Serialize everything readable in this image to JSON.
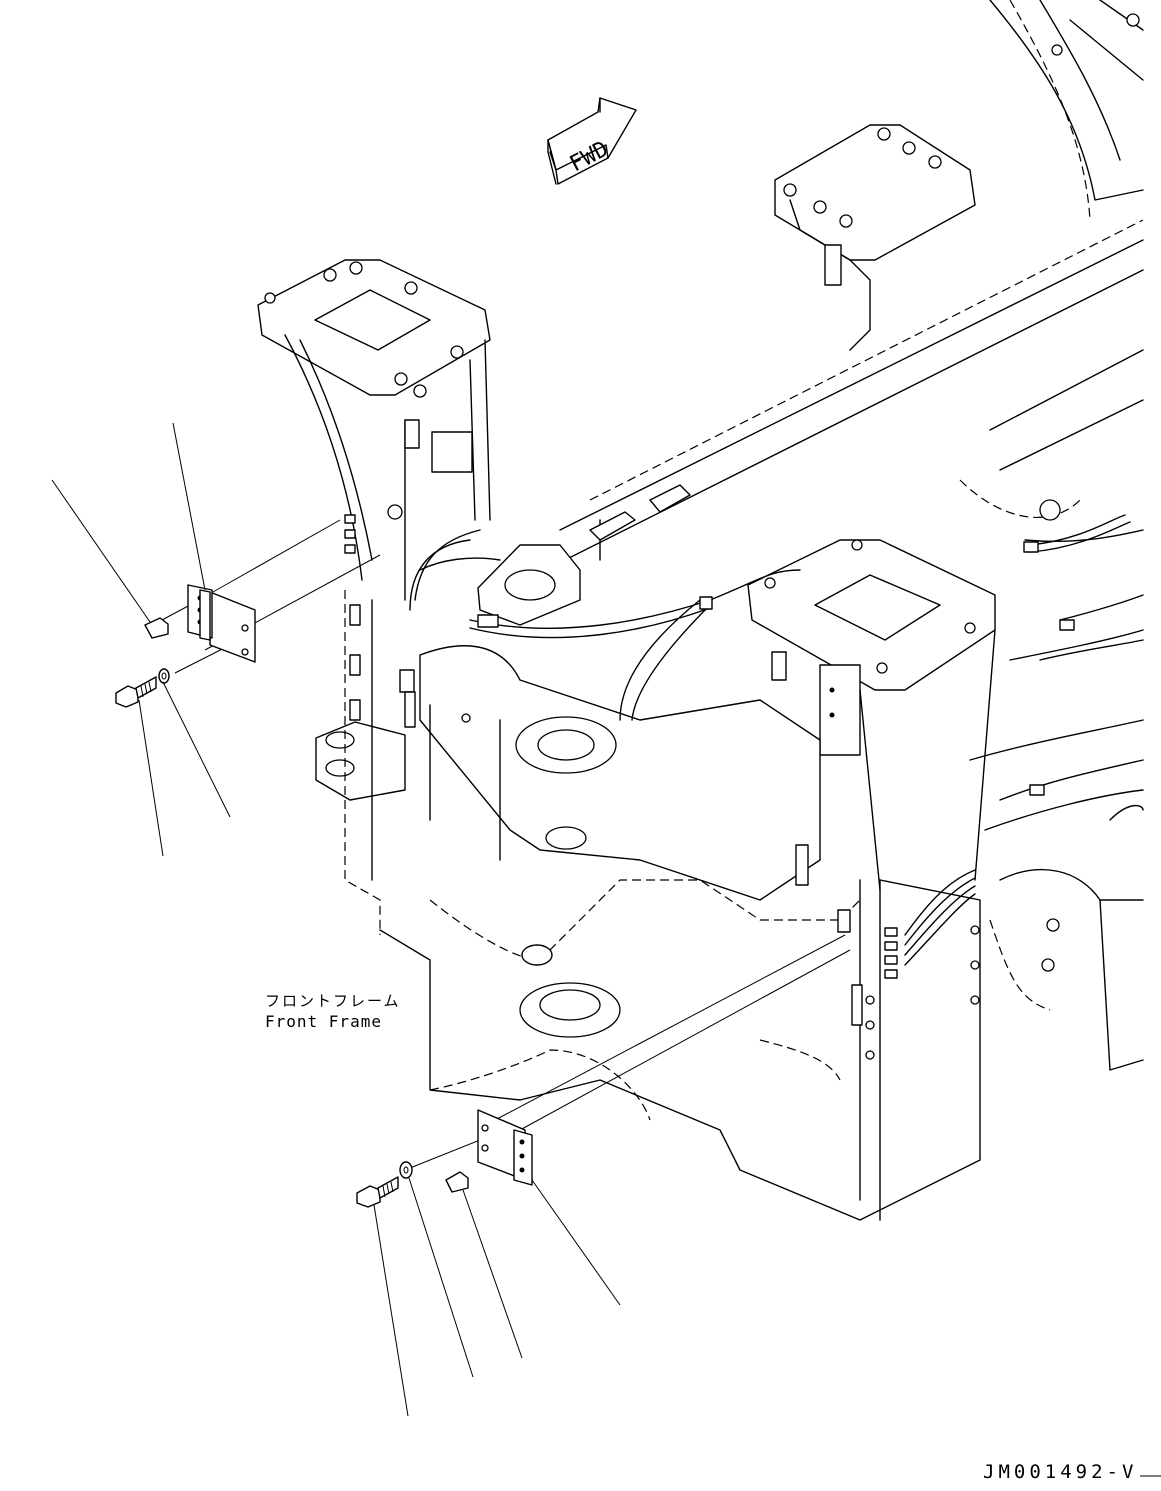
{
  "labels": {
    "front_frame_jp": "フロントフレーム",
    "front_frame_en": "Front Frame"
  },
  "direction_arrow": {
    "text": "FWD"
  },
  "drawing_number": "JM001492-V",
  "colors": {
    "line": "#000000",
    "background": "#ffffff"
  }
}
